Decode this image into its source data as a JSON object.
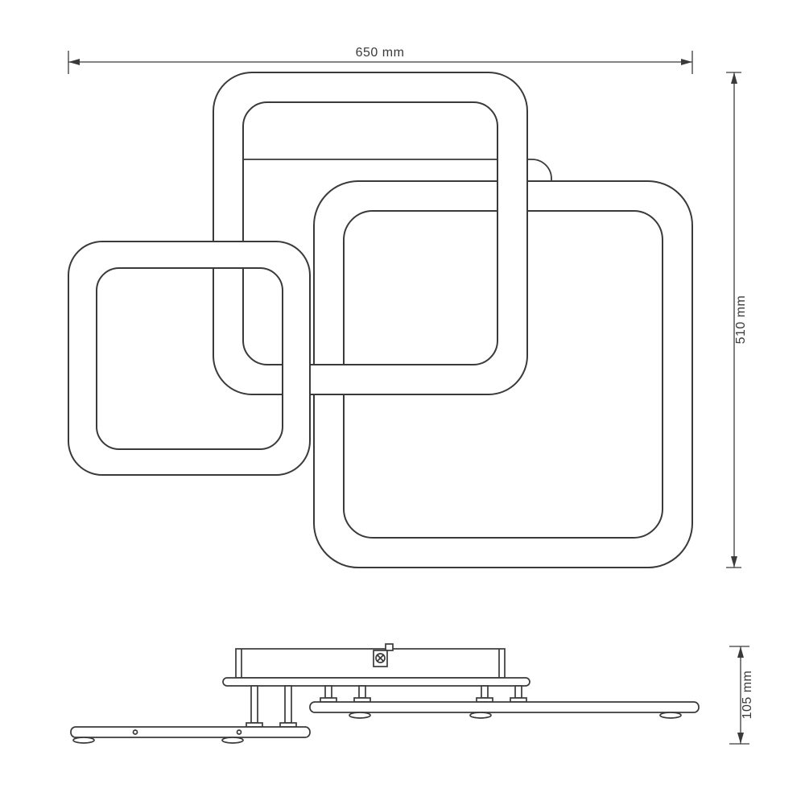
{
  "dimensions": {
    "width": {
      "label": "650 mm"
    },
    "height": {
      "label": "510 mm"
    },
    "depth": {
      "label": "105 mm"
    }
  },
  "colors": {
    "line": "#3a3a3a",
    "background": "#ffffff"
  }
}
